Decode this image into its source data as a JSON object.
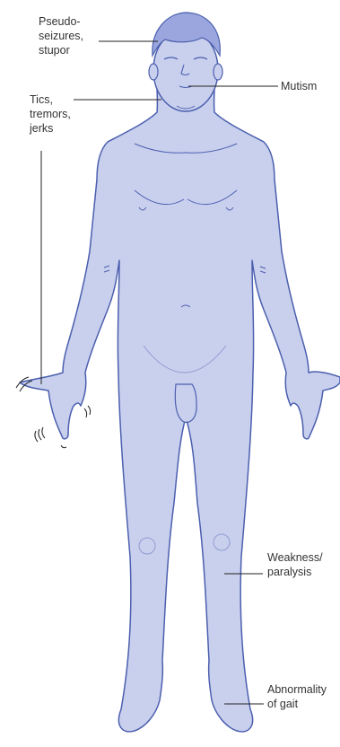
{
  "labels": {
    "seizures_line1": "Pseudo-",
    "seizures_line2": "seizures,",
    "seizures_line3": "stupor",
    "tics_line1": "Tics,",
    "tics_line2": "tremors,",
    "tics_line3": "jerks",
    "mutism": "Mutism",
    "weakness_line1": "Weakness/",
    "weakness_line2": "paralysis",
    "gait_line1": "Abnormality",
    "gait_line2": "of gait"
  },
  "colors": {
    "skin_fill": "#c9d0ee",
    "outline": "#4b5fae",
    "hair": "#9aa6dd",
    "text": "#333333",
    "leader_line": "#222222"
  }
}
